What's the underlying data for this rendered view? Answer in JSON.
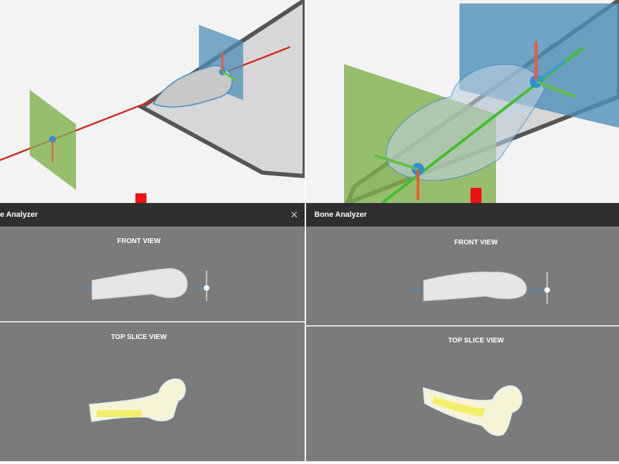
{
  "left": {
    "title": "e Analyzer",
    "close": "×",
    "front_view": "FRONT VIEW",
    "top_slice_view": "TOP SLICE VIEW"
  },
  "right": {
    "title": "Bone Analyzer",
    "front_view": "FRONT VIEW",
    "top_slice_view": "TOP SLICE VIEW"
  },
  "colors": {
    "header": "#2f2f2f",
    "panel": "#7b7b7b",
    "arrow": "#ee1111",
    "bone_slice": "#f7f4d6",
    "marrow": "#f3ef6a",
    "plane_blue": "#4f8fb8",
    "plane_green": "#7fb04a",
    "axis_red": "#d42a1a",
    "axis_green": "#3fbf2a"
  }
}
